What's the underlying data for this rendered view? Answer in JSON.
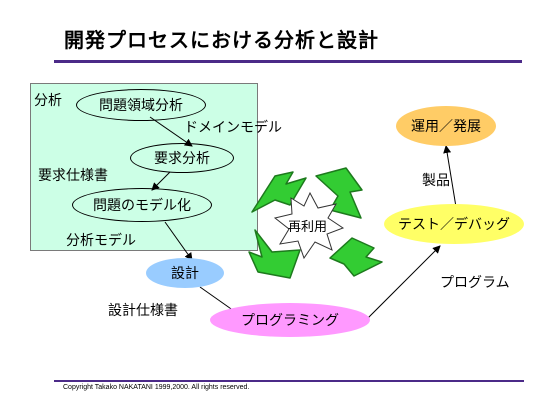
{
  "slide": {
    "title": "開発プロセスにおける分析と設計",
    "footer": "Copyright Takako NAKATANI 1999,2000. All rights reserved."
  },
  "analysis_box": {
    "label": "分析",
    "nodes": {
      "problem_domain": "問題領域分析",
      "requirements": "要求分析",
      "modeling": "問題のモデル化"
    },
    "notes": {
      "domain_model": "ドメインモデル",
      "requirements_spec": "要求仕様書",
      "analysis_model": "分析モデル"
    }
  },
  "process": {
    "design": "設計",
    "design_spec": "設計仕様書",
    "programming": "プログラミング",
    "program": "プログラム",
    "test_debug": "テスト／デバッグ",
    "product": "製品",
    "operation": "運用／発展",
    "reuse": "再利用"
  },
  "colors": {
    "title_rule": "#4b2a88",
    "analysis_box": "#ccffe6",
    "design": "#99ccff",
    "programming": "#ff99ff",
    "test_debug": "#ffff66",
    "operation": "#ffcc66",
    "recycle_arrow": "#33cc33"
  }
}
